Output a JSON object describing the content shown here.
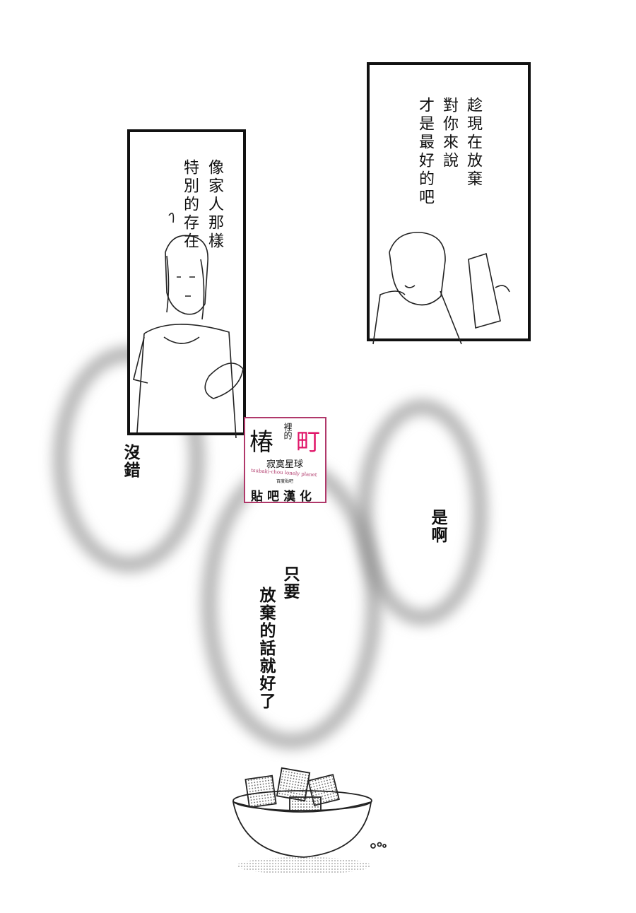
{
  "panel_left": {
    "lines": [
      "像家人那樣",
      "特別的存在"
    ]
  },
  "panel_right": {
    "lines": [
      "趁現在放棄",
      "對你來說",
      "才是最好的吧"
    ]
  },
  "bubbles": {
    "left": "沒錯",
    "right": "是啊",
    "center_lines": [
      "只要",
      "放棄的話就好了"
    ]
  },
  "logo": {
    "title_main": "椿",
    "title_small": "裡的",
    "title_end": "町",
    "subtitle": "寂寞星球",
    "romaji": "tsubaki-chou lonely planet",
    "tiny": "百度貼吧",
    "group": "貼吧漢化",
    "accent": "#e0176a",
    "accent2": "#1aa58a"
  }
}
